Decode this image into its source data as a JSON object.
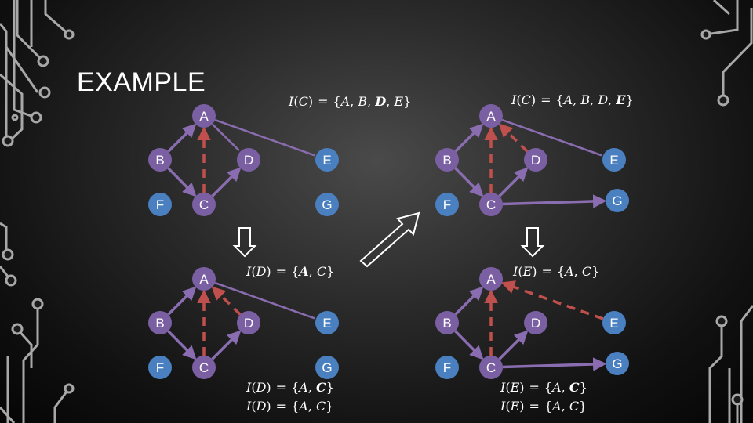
{
  "title": "EXAMPLE",
  "colors": {
    "purple_node": "#7b5fa3",
    "blue_node": "#4a7fc0",
    "purple_edge": "#8a6db0",
    "red_dashed": "#c0504d",
    "decoration": "#a8a8a8"
  },
  "node_labels": {
    "A": "A",
    "B": "B",
    "C": "C",
    "D": "D",
    "E": "E",
    "F": "F",
    "G": "G"
  },
  "panels": [
    {
      "id": "top-left",
      "formulas": [
        {
          "func": "I",
          "arg": "C",
          "eq": "=",
          "lb": "{",
          "items": [
            "A",
            "B",
            "D",
            "E"
          ],
          "bold": [
            2
          ],
          "rb": "}"
        }
      ],
      "purple_nodes": [
        "A",
        "B",
        "C",
        "D"
      ],
      "blue_nodes": [
        "E",
        "F",
        "G"
      ],
      "edges": [
        {
          "from": "B",
          "to": "A",
          "style": "solid"
        },
        {
          "from": "B",
          "to": "C",
          "style": "solid"
        },
        {
          "from": "C",
          "to": "D",
          "style": "solid"
        },
        {
          "from": "A",
          "to": "D",
          "style": "line"
        },
        {
          "from": "A",
          "to": "E",
          "style": "line"
        },
        {
          "from": "C",
          "to": "A",
          "style": "dashed"
        }
      ]
    },
    {
      "id": "top-right",
      "formulas": [
        {
          "func": "I",
          "arg": "C",
          "eq": "=",
          "lb": "{",
          "items": [
            "A",
            "B",
            "D",
            "E"
          ],
          "bold": [
            3
          ],
          "rb": "}"
        }
      ],
      "purple_nodes": [
        "A",
        "B",
        "C",
        "D"
      ],
      "blue_nodes": [
        "E",
        "F",
        "G"
      ],
      "edges": [
        {
          "from": "B",
          "to": "A",
          "style": "solid"
        },
        {
          "from": "B",
          "to": "C",
          "style": "solid"
        },
        {
          "from": "C",
          "to": "D",
          "style": "solid"
        },
        {
          "from": "C",
          "to": "G",
          "style": "solid"
        },
        {
          "from": "A",
          "to": "E",
          "style": "line"
        },
        {
          "from": "C",
          "to": "A",
          "style": "dashed"
        },
        {
          "from": "D",
          "to": "A",
          "style": "dashed"
        }
      ]
    },
    {
      "id": "bottom-left",
      "formulas": [
        {
          "func": "I",
          "arg": "D",
          "eq": "=",
          "lb": "{",
          "items": [
            "A",
            "C"
          ],
          "bold": [
            0
          ],
          "rb": "}"
        },
        {
          "func": "I",
          "arg": "D",
          "eq": "=",
          "lb": "{",
          "items": [
            "A",
            "C"
          ],
          "bold": [
            1
          ],
          "rb": "}"
        },
        {
          "func": "I",
          "arg": "D",
          "eq": "=",
          "lb": "{",
          "items": [
            "A",
            "C"
          ],
          "bold": [],
          "rb": "}"
        }
      ],
      "purple_nodes": [
        "A",
        "B",
        "C",
        "D"
      ],
      "blue_nodes": [
        "E",
        "F",
        "G"
      ],
      "edges": [
        {
          "from": "B",
          "to": "A",
          "style": "solid"
        },
        {
          "from": "B",
          "to": "C",
          "style": "solid"
        },
        {
          "from": "C",
          "to": "D",
          "style": "solid"
        },
        {
          "from": "A",
          "to": "E",
          "style": "line"
        },
        {
          "from": "C",
          "to": "A",
          "style": "dashed"
        },
        {
          "from": "D",
          "to": "A",
          "style": "dashed"
        }
      ]
    },
    {
      "id": "bottom-right",
      "formulas": [
        {
          "func": "I",
          "arg": "E",
          "eq": "=",
          "lb": "{",
          "items": [
            "A",
            "C"
          ],
          "bold": [],
          "rb": "}"
        },
        {
          "func": "I",
          "arg": "E",
          "eq": "=",
          "lb": "{",
          "items": [
            "A",
            "C"
          ],
          "bold": [
            1
          ],
          "rb": "}"
        },
        {
          "func": "I",
          "arg": "E",
          "eq": "=",
          "lb": "{",
          "items": [
            "A",
            "C"
          ],
          "bold": [],
          "rb": "}"
        }
      ],
      "purple_nodes": [
        "A",
        "B",
        "C",
        "D"
      ],
      "blue_nodes": [
        "E",
        "F",
        "G"
      ],
      "edges": [
        {
          "from": "B",
          "to": "A",
          "style": "solid"
        },
        {
          "from": "B",
          "to": "C",
          "style": "solid"
        },
        {
          "from": "C",
          "to": "D",
          "style": "solid"
        },
        {
          "from": "C",
          "to": "G",
          "style": "solid"
        },
        {
          "from": "C",
          "to": "A",
          "style": "dashed"
        },
        {
          "from": "E",
          "to": "A",
          "style": "dashed"
        }
      ]
    }
  ],
  "arrows": [
    {
      "name": "down-arrow-left",
      "direction": "down"
    },
    {
      "name": "diagonal-arrow",
      "direction": "up-right"
    },
    {
      "name": "down-arrow-right",
      "direction": "down"
    }
  ]
}
